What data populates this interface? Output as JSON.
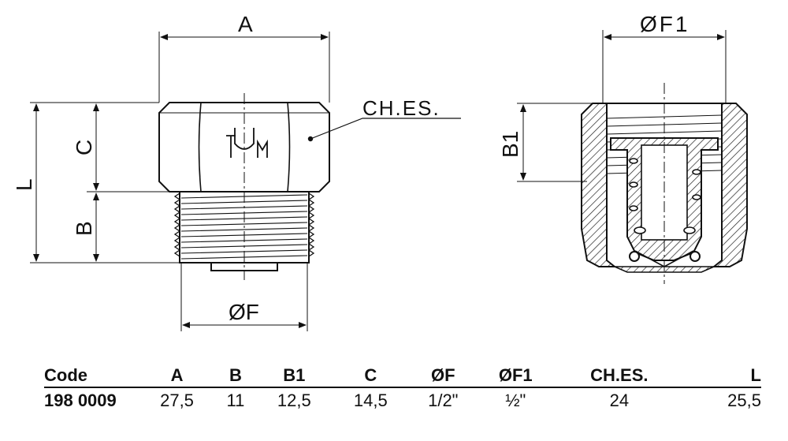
{
  "drawing": {
    "labels": {
      "A": "A",
      "C": "C",
      "L": "L",
      "B": "B",
      "F": "ØF",
      "F1": "ØF1",
      "B1": "B1",
      "CHES": "CH.ES."
    },
    "logo_text": "TUM"
  },
  "table": {
    "headers": [
      "Code",
      "A",
      "B",
      "B1",
      "C",
      "ØF",
      "ØF1",
      "CH.ES.",
      "L"
    ],
    "rows": [
      [
        "198 0009",
        "27,5",
        "11",
        "12,5",
        "14,5",
        "1/2\"",
        "½\"",
        "24",
        "25,5"
      ]
    ]
  }
}
